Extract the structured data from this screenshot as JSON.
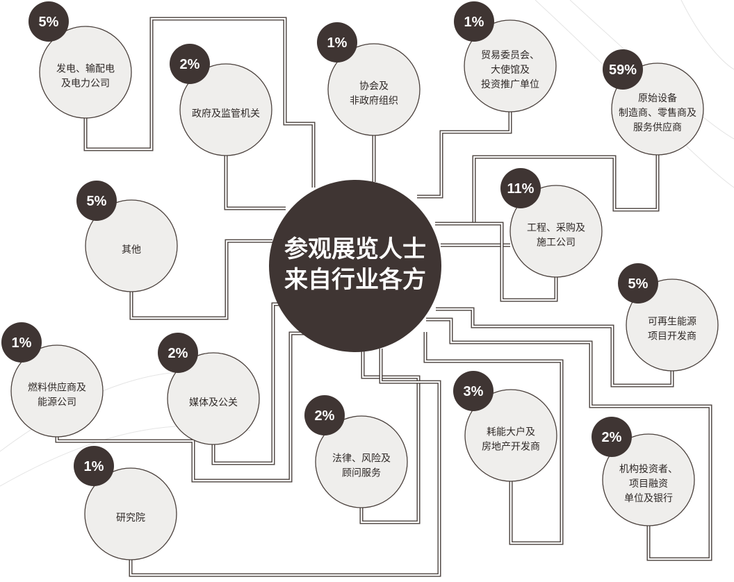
{
  "title_lines": [
    "参观展览人士",
    "来自行业各方"
  ],
  "colors": {
    "dark": "#3f3533",
    "node_fill": "#efeeec",
    "line": "#4a403c"
  },
  "nodes": [
    {
      "id": "power",
      "percent": "5%",
      "lines": [
        "发电、输配电",
        "及电力公司"
      ]
    },
    {
      "id": "government",
      "percent": "2%",
      "lines": [
        "政府及监管机关"
      ]
    },
    {
      "id": "associations",
      "percent": "1%",
      "lines": [
        "协会及",
        "非政府组织"
      ]
    },
    {
      "id": "trade",
      "percent": "1%",
      "lines": [
        "贸易委员会、",
        "大使馆及",
        "投资推广单位"
      ]
    },
    {
      "id": "oem",
      "percent": "59%",
      "lines": [
        "原始设备",
        "制造商、零售商及",
        "服务供应商"
      ]
    },
    {
      "id": "epc",
      "percent": "11%",
      "lines": [
        "工程、采购及",
        "施工公司"
      ]
    },
    {
      "id": "renewable",
      "percent": "5%",
      "lines": [
        "可再生能源",
        "项目开发商"
      ]
    },
    {
      "id": "investors",
      "percent": "2%",
      "lines": [
        "机构投资者、",
        "项目融资",
        "单位及银行"
      ]
    },
    {
      "id": "energy-users",
      "percent": "3%",
      "lines": [
        "耗能大户及",
        "房地产开发商"
      ]
    },
    {
      "id": "legal",
      "percent": "2%",
      "lines": [
        "法律、风险及",
        "顾问服务"
      ]
    },
    {
      "id": "research",
      "percent": "1%",
      "lines": [
        "研究院"
      ]
    },
    {
      "id": "media",
      "percent": "2%",
      "lines": [
        "媒体及公关"
      ]
    },
    {
      "id": "fuel",
      "percent": "1%",
      "lines": [
        "燃料供应商及",
        "能源公司"
      ]
    },
    {
      "id": "other",
      "percent": "5%",
      "lines": [
        "其他"
      ]
    }
  ]
}
